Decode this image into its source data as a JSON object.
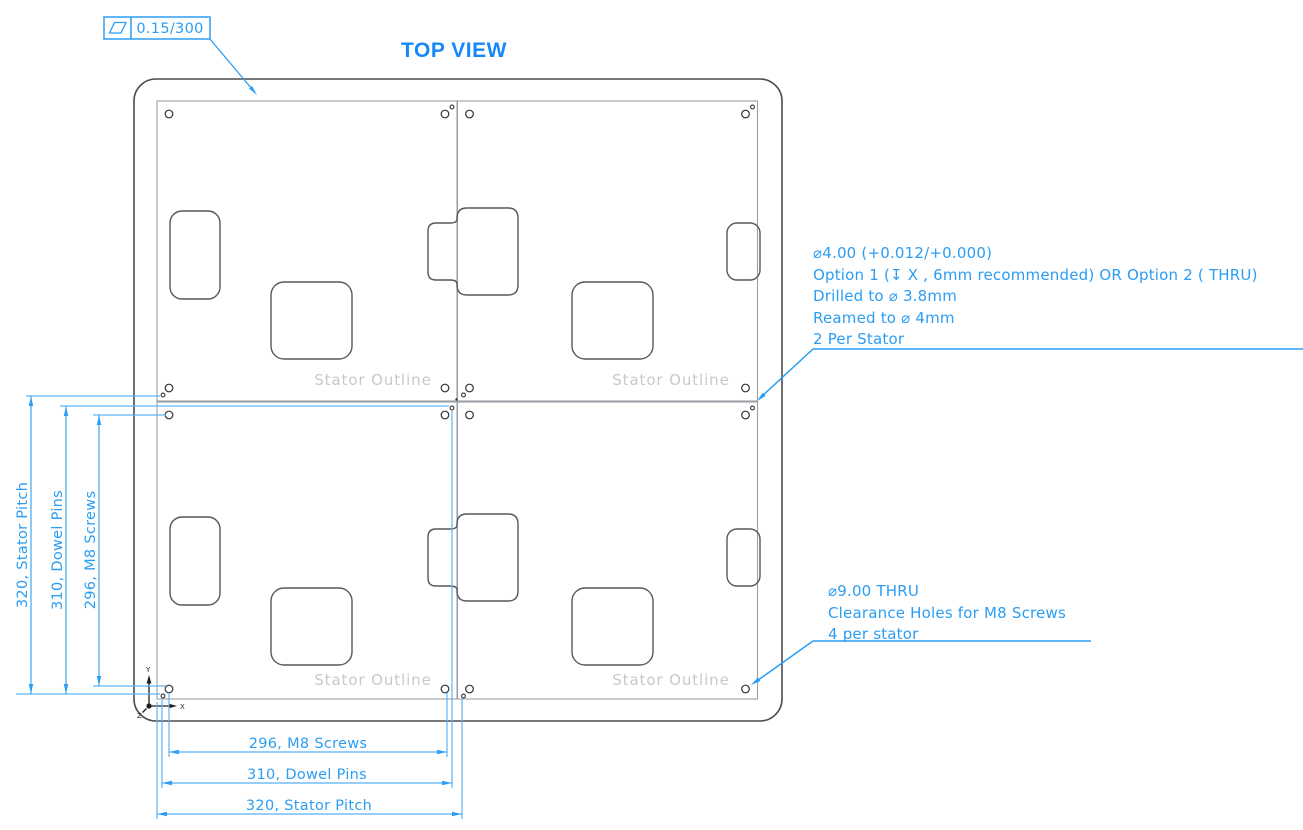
{
  "drawing": {
    "title": "TOP VIEW"
  },
  "tolerance_frame": {
    "symbol": "flatness-parallelogram",
    "value": "0.15/300"
  },
  "stator_outline_labels": [
    "Stator Outline",
    "Stator Outline",
    "Stator Outline",
    "Stator Outline"
  ],
  "dimensions": {
    "vertical": [
      {
        "label": "320, Stator Pitch"
      },
      {
        "label": "310, Dowel Pins"
      },
      {
        "label": "296, M8 Screws"
      }
    ],
    "horizontal": [
      {
        "label": "296, M8 Screws"
      },
      {
        "label": "310, Dowel Pins"
      },
      {
        "label": "320, Stator Pitch"
      }
    ]
  },
  "annotations": {
    "dowel_hole_note": {
      "lines": [
        "⌀4.00 (+0.012/+0.000)",
        "Option 1 (↧ X , 6mm recommended) OR Option 2 ( THRU)",
        "Drilled to ⌀ 3.8mm",
        "Reamed to ⌀ 4mm",
        "2 Per Stator"
      ]
    },
    "clearance_hole_note": {
      "lines": [
        "⌀9.00 THRU",
        "Clearance Holes for M8 Screws",
        "4 per stator"
      ]
    }
  },
  "coordinate_triad": {
    "x": "X",
    "y": "Y",
    "z": "Z"
  },
  "colors": {
    "annotation_blue": "#2b9df3",
    "title_blue": "#1787fa",
    "drawing_gray": "#4d4d52",
    "stator_gray": "#9aa0a6",
    "label_gray": "#c8c8cd"
  }
}
